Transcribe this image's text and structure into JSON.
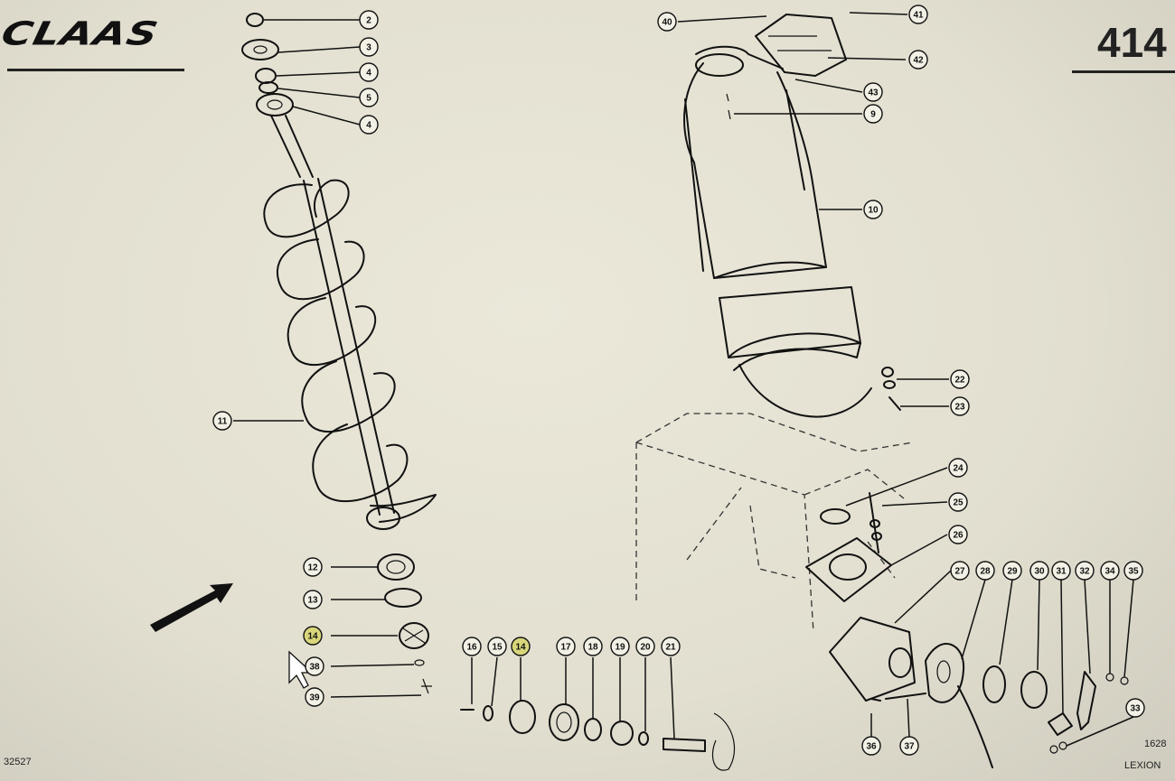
{
  "header": {
    "brand_logo": "CLAAS",
    "page_number": "414"
  },
  "footer": {
    "drawing_id": "32527",
    "sheet_code": "1628",
    "model": "LEXION"
  },
  "callouts": [
    {
      "label": "2"
    },
    {
      "label": "3"
    },
    {
      "label": "4"
    },
    {
      "label": "5"
    },
    {
      "label": "4"
    },
    {
      "label": "11"
    },
    {
      "label": "12"
    },
    {
      "label": "13"
    },
    {
      "label": "14",
      "highlighted": true
    },
    {
      "label": "38"
    },
    {
      "label": "39"
    },
    {
      "label": "16"
    },
    {
      "label": "15"
    },
    {
      "label": "14",
      "highlighted": true
    },
    {
      "label": "17"
    },
    {
      "label": "18"
    },
    {
      "label": "19"
    },
    {
      "label": "20"
    },
    {
      "label": "21"
    },
    {
      "label": "40"
    },
    {
      "label": "41"
    },
    {
      "label": "42"
    },
    {
      "label": "43"
    },
    {
      "label": "9"
    },
    {
      "label": "10"
    },
    {
      "label": "22"
    },
    {
      "label": "23"
    },
    {
      "label": "24"
    },
    {
      "label": "25"
    },
    {
      "label": "26"
    },
    {
      "label": "27"
    },
    {
      "label": "28"
    },
    {
      "label": "29"
    },
    {
      "label": "30"
    },
    {
      "label": "31"
    },
    {
      "label": "32"
    },
    {
      "label": "34"
    },
    {
      "label": "35"
    },
    {
      "label": "33"
    },
    {
      "label": "36"
    },
    {
      "label": "37"
    }
  ],
  "colors": {
    "paper": "#e6e3d5",
    "ink": "#111111",
    "highlight": "#d8d67a"
  }
}
